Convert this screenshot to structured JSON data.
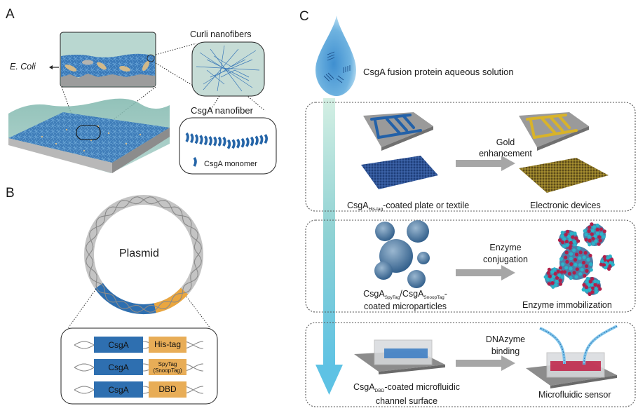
{
  "panels": {
    "A": {
      "letter": "A",
      "ecoli_label": "E. Coli",
      "curli_label": "Curli nanofibers",
      "csga_nanofiber_label": "CsgA nanofiber",
      "monomer_label": "CsgA monomer"
    },
    "B": {
      "letter": "B",
      "plasmid_label": "Plasmid",
      "constructs": [
        {
          "gene": "CsgA",
          "tag": "His-tag"
        },
        {
          "gene": "CsgA",
          "tag": "SpyTag",
          "tag_alt": "(SnoopTag)"
        },
        {
          "gene": "CsgA",
          "tag": "DBD"
        }
      ]
    },
    "C": {
      "letter": "C",
      "drop_label": "CsgA fusion protein aqueous solution",
      "rows": [
        {
          "left_label_main": "CsgA",
          "left_label_sub": "His-tag",
          "left_label_rest": "-coated plate or textile",
          "arrow_label_1": "Gold",
          "arrow_label_2": "enhancement",
          "right_label": "Electronic devices"
        },
        {
          "left_label_main": "CsgA",
          "left_label_sub": "SpyTag",
          "left_label_mid": "/CsgA",
          "left_label_sub2": "SnoopTag",
          "left_label_rest": "-",
          "left_label_line2": "coated microparticles",
          "arrow_label_1": "Enzyme",
          "arrow_label_2": "conjugation",
          "right_label": "Enzyme immobilization"
        },
        {
          "left_label_main": "CsgA",
          "left_label_sub": "DBD",
          "left_label_rest": "-coated microfluidic",
          "left_label_line2": "channel surface",
          "arrow_label_1": "DNAzyme",
          "arrow_label_2": "binding",
          "right_label": "Microfluidic sensor"
        }
      ]
    }
  },
  "colors": {
    "csga_blue": "#2e6fb0",
    "tag_orange": "#e8ad57",
    "plasmid_gray": "#c4c4c4",
    "arrow_gray": "#a6a6a6",
    "gold": "#d8b32a",
    "enzyme_red": "#b0204a",
    "enzyme_cyan": "#2bb3c9"
  }
}
